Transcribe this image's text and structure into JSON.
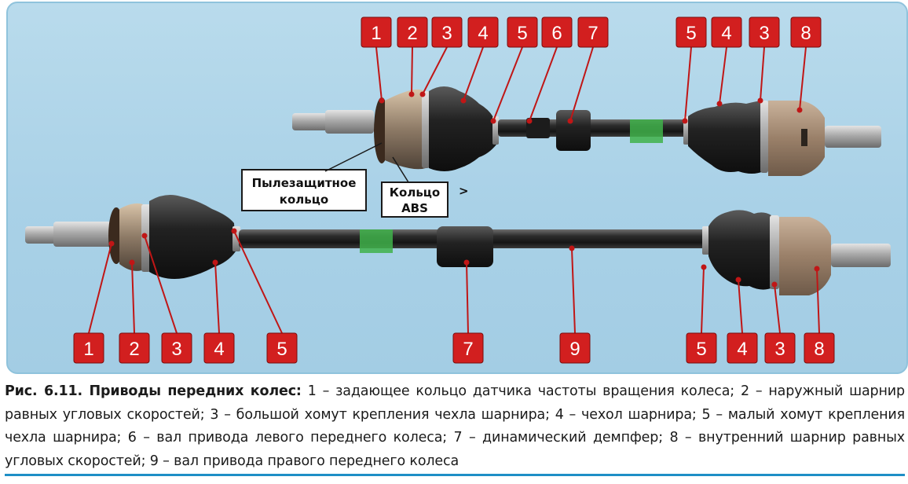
{
  "callouts_top": [
    "1",
    "2",
    "3",
    "4",
    "5",
    "6",
    "7",
    "5",
    "4",
    "3",
    "8"
  ],
  "callouts_bottom": [
    "1",
    "2",
    "3",
    "4",
    "5",
    "7",
    "9",
    "5",
    "4",
    "3",
    "8"
  ],
  "labels": {
    "dust_ring": [
      "Пылезащитное",
      "кольцо"
    ],
    "abs_ring": [
      "Кольцо",
      "ABS"
    ],
    "arrow": ">"
  },
  "caption": {
    "heading": "Рис. 6.11. Приводы передних колес:",
    "text": " 1 – задающее кольцо датчика частоты вращения колеса; 2 – наружный шарнир равных угловых скоростей; 3 – большой хомут крепления чехла шарнира; 4 – чехол шарнира; 5 – малый хомут крепления чехла шарнира; 6 – вал привода левого переднего колеса; 7 – динамический демпфер; 8 – внутренний шарнир равных угловых скоростей; 9 – вал привода правого переднего колеса"
  },
  "colors": {
    "callout_fill": "#d21f1f",
    "leader_line": "#c01616",
    "panel_bg": "#b2d7ea",
    "rule": "#1e8fc6"
  }
}
